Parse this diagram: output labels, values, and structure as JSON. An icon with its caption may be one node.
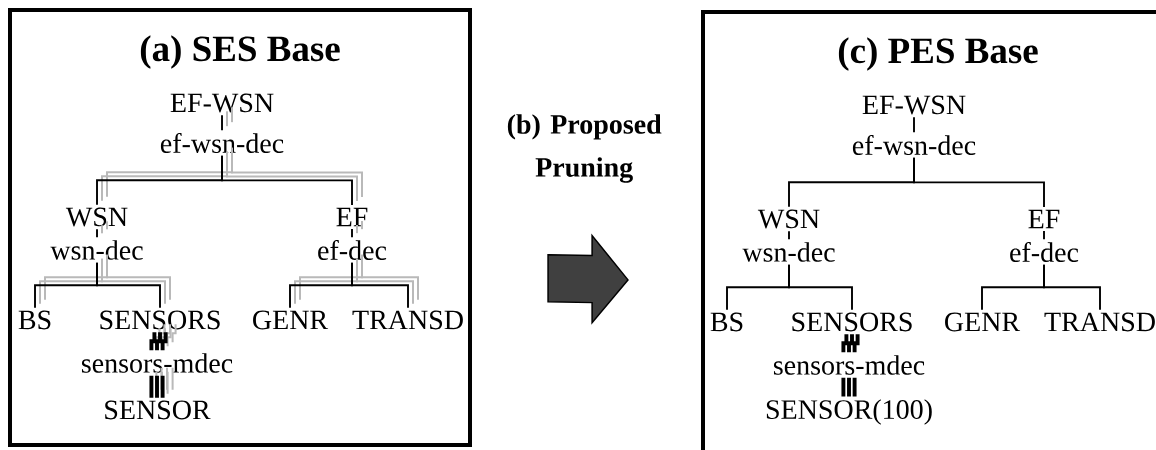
{
  "diagram": {
    "nodes": [
      {
        "text": [
          "(a) SES Base"
        ]
      },
      {
        "text": [
          "EF-WSN"
        ],
        "in": 0
      },
      {
        "text": [
          "ef-wsn-dec"
        ],
        "in": 0
      },
      {
        "text": [
          "WSN"
        ],
        "in": 0
      },
      {
        "text": [
          "EF"
        ],
        "in": 0
      },
      {
        "text": [
          "wsn-dec"
        ],
        "in": 0
      },
      {
        "text": [
          "ef-dec"
        ],
        "in": 0
      },
      {
        "text": [
          "BS"
        ],
        "in": 0
      },
      {
        "text": [
          "SENSORS"
        ],
        "in": 0
      },
      {
        "text": [
          "GENR"
        ],
        "in": 0
      },
      {
        "text": [
          "TRANSD"
        ],
        "in": 0
      },
      {
        "text": [
          "sensors-mdec"
        ],
        "in": 0
      },
      {
        "text": [
          "SENSOR"
        ],
        "in": 0
      },
      {
        "text": [
          "(c) PES Base"
        ]
      },
      {
        "text": [
          "EF-WSN"
        ],
        "in": 13
      },
      {
        "text": [
          "ef-wsn-dec"
        ],
        "in": 13
      },
      {
        "text": [
          "WSN"
        ],
        "in": 13
      },
      {
        "text": [
          "EF"
        ],
        "in": 13
      },
      {
        "text": [
          "wsn-dec"
        ],
        "in": 13
      },
      {
        "text": [
          "ef-dec"
        ],
        "in": 13
      },
      {
        "text": [
          "BS"
        ],
        "in": 13
      },
      {
        "text": [
          "SENSORS"
        ],
        "in": 13
      },
      {
        "text": [
          "GENR"
        ],
        "in": 13
      },
      {
        "text": [
          "TRANSD"
        ],
        "in": 13
      },
      {
        "text": [
          "sensors-mdec"
        ],
        "in": 13
      },
      {
        "text": [
          "SENSOR(100)"
        ],
        "in": 13
      }
    ],
    "edges": [
      {
        "from": 1,
        "to": 2,
        "arrow": "none"
      },
      {
        "from": 2,
        "to": 3,
        "arrow": "none"
      },
      {
        "from": 2,
        "to": 4,
        "arrow": "none"
      },
      {
        "from": 3,
        "to": 5,
        "arrow": "none"
      },
      {
        "from": 4,
        "to": 6,
        "arrow": "none"
      },
      {
        "from": 5,
        "to": 7,
        "arrow": "none"
      },
      {
        "from": 5,
        "to": 8,
        "arrow": "none"
      },
      {
        "from": 6,
        "to": 9,
        "arrow": "none"
      },
      {
        "from": 6,
        "to": 10,
        "arrow": "none"
      },
      {
        "from": 8,
        "to": 11,
        "arrow": "none",
        "style": "thick"
      },
      {
        "from": 11,
        "to": 12,
        "arrow": "none",
        "style": "thick"
      },
      {
        "from": 14,
        "to": 15,
        "arrow": "none"
      },
      {
        "from": 15,
        "to": 16,
        "arrow": "none"
      },
      {
        "from": 15,
        "to": 17,
        "arrow": "none"
      },
      {
        "from": 16,
        "to": 18,
        "arrow": "none"
      },
      {
        "from": 17,
        "to": 19,
        "arrow": "none"
      },
      {
        "from": 18,
        "to": 20,
        "arrow": "none"
      },
      {
        "from": 18,
        "to": 21,
        "arrow": "none"
      },
      {
        "from": 19,
        "to": 22,
        "arrow": "none"
      },
      {
        "from": 19,
        "to": 23,
        "arrow": "none"
      },
      {
        "from": 21,
        "to": 24,
        "arrow": "none",
        "style": "thick"
      },
      {
        "from": 24,
        "to": 25,
        "arrow": "none",
        "style": "thick"
      },
      {
        "from": 0,
        "to": 13,
        "arrow": "to",
        "label": "(b) Proposed Pruning",
        "color": "#404040"
      }
    ]
  }
}
